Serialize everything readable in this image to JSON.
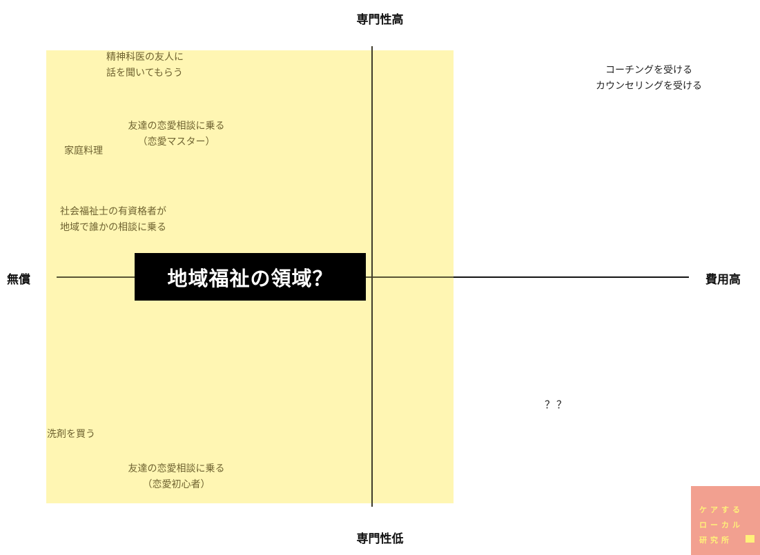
{
  "axes": {
    "top": "専門性高",
    "bottom": "専門性低",
    "left": "無償",
    "right": "費用高"
  },
  "center_label": "地域福祉の領域？",
  "items": {
    "psychiatrist": [
      "精神科医の友人に",
      "話を聞いてもらう"
    ],
    "love_master": [
      "友達の恋愛相談に乗る",
      "（恋愛マスター）"
    ],
    "home_cooking": "家庭料理",
    "social_worker": [
      "社会福祉士の有資格者が",
      "地域で誰かの相談に乗る"
    ],
    "detergent": "洗剤を買う",
    "love_beginner": [
      "友達の恋愛相談に乗る",
      "（恋愛初心者）"
    ],
    "coaching": [
      "コーチングを受ける",
      "カウンセリングを受ける"
    ],
    "unknown": "？？"
  },
  "logo": {
    "lines": [
      "ケアする",
      "ローカル",
      "研究所"
    ]
  },
  "colors": {
    "region_fill": "#fff6b3",
    "olive_text": "#6e6230",
    "center_box": "#000000",
    "logo_bg": "#f2a090",
    "logo_text": "#fff07a"
  }
}
